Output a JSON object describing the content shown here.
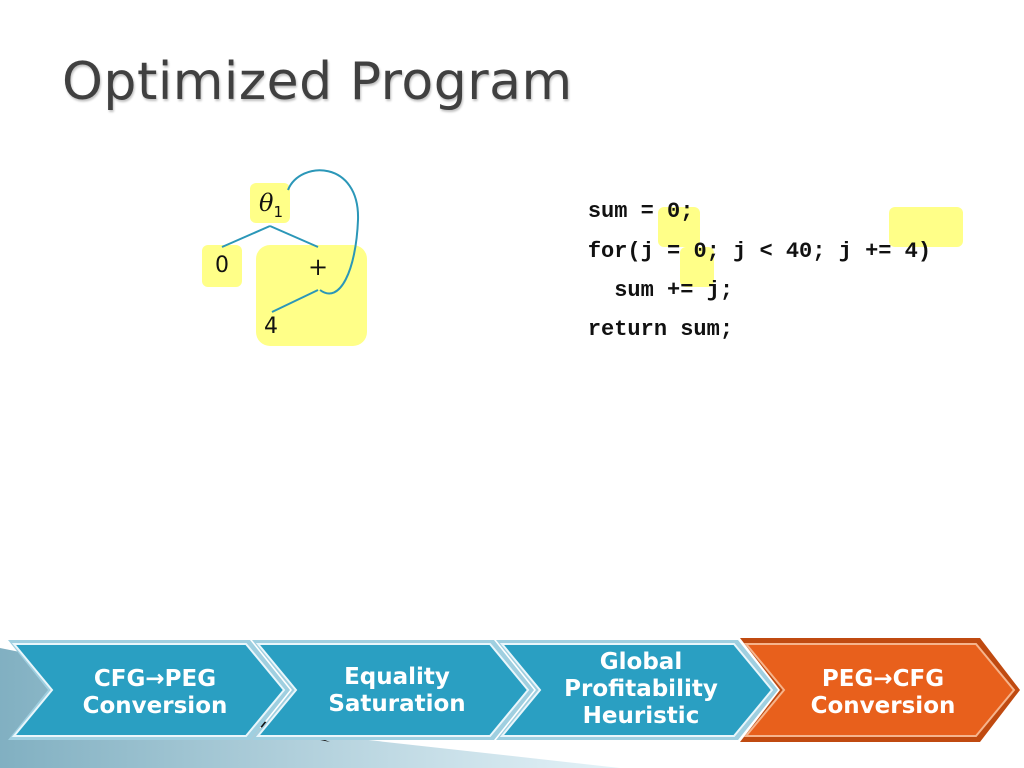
{
  "slide": {
    "title": "Optimized Program"
  },
  "peg": {
    "nodes": [
      {
        "id": "theta",
        "symbol": "θ",
        "subscript": "1"
      },
      {
        "id": "zero",
        "label": "0"
      },
      {
        "id": "plus",
        "label": "+"
      },
      {
        "id": "four",
        "label": "4"
      }
    ],
    "edges": [
      {
        "from": "theta",
        "to": "zero"
      },
      {
        "from": "theta",
        "to": "plus"
      },
      {
        "from": "plus",
        "to": "four"
      },
      {
        "from": "plus",
        "to": "theta",
        "kind": "back-edge"
      }
    ],
    "highlight_color": "#ffff88",
    "edge_color": "#2b97b8"
  },
  "code": {
    "lines": [
      [
        "sum = 0;"
      ],
      [
        "for(j = ",
        "0;",
        " j < 40; j ",
        "+= 4",
        ")"
      ],
      [
        "  sum +=",
        " j;"
      ],
      [
        "return sum;"
      ]
    ]
  },
  "pipeline": {
    "steps": [
      {
        "lines": [
          "CFG→PEG",
          "Conversion"
        ],
        "active": false
      },
      {
        "lines": [
          "Equality",
          "Saturation"
        ],
        "active": false
      },
      {
        "lines": [
          "Global",
          "Profitability",
          "Heuristic"
        ],
        "active": false
      },
      {
        "lines": [
          "PEG→CFG",
          "Conversion"
        ],
        "active": true
      }
    ],
    "colors": {
      "inactive": "#2a9fc2",
      "active": "#e8601c"
    }
  }
}
